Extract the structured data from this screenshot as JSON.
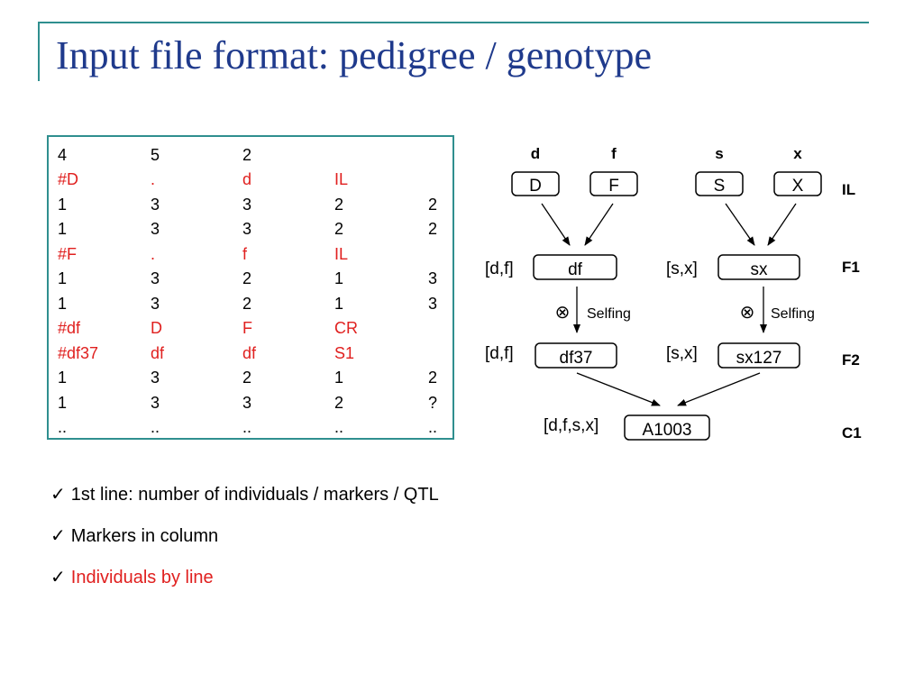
{
  "title": "Input file format: pedigree / genotype",
  "table": {
    "rows": [
      {
        "cells": [
          "4",
          "5",
          "2",
          "",
          ""
        ],
        "highlight": false
      },
      {
        "cells": [
          "#D",
          ".",
          "d",
          "IL",
          ""
        ],
        "highlight": true
      },
      {
        "cells": [
          "1",
          "3",
          "3",
          "2",
          "2"
        ],
        "highlight": false
      },
      {
        "cells": [
          "1",
          "3",
          "3",
          "2",
          "2"
        ],
        "highlight": false
      },
      {
        "cells": [
          "#F",
          ".",
          "f",
          "IL",
          ""
        ],
        "highlight": true
      },
      {
        "cells": [
          "1",
          "3",
          "2",
          "1",
          "3"
        ],
        "highlight": false
      },
      {
        "cells": [
          "1",
          "3",
          "2",
          "1",
          "3"
        ],
        "highlight": false
      },
      {
        "cells": [
          "#df",
          "D",
          "F",
          "CR",
          ""
        ],
        "highlight": true
      },
      {
        "cells": [
          "#df37",
          "df",
          "df",
          "S1",
          ""
        ],
        "highlight": true
      },
      {
        "cells": [
          "1",
          "3",
          "2",
          "1",
          "2"
        ],
        "highlight": false
      },
      {
        "cells": [
          "1",
          "3",
          "3",
          "2",
          "?"
        ],
        "highlight": false
      },
      {
        "cells": [
          "..",
          "..",
          "..",
          "..",
          ".."
        ],
        "highlight": false
      }
    ]
  },
  "diagram": {
    "headers": {
      "d": "d",
      "f": "f",
      "s": "s",
      "x": "x"
    },
    "nodes": {
      "D": "D",
      "F": "F",
      "S": "S",
      "X": "X",
      "df": "df",
      "sx": "sx",
      "df37": "df37",
      "sx127": "sx127",
      "A1003": "A1003"
    },
    "labels": {
      "df_tag": "[d,f]",
      "sx_tag": "[s,x]",
      "df37_tag": "[d,f]",
      "sx127_tag": "[s,x]",
      "a1003_tag": "[d,f,s,x]"
    },
    "selfing": {
      "symbol": "⊗",
      "text": "Selfing"
    },
    "generations": {
      "IL": "IL",
      "F1": "F1",
      "F2": "F2",
      "C1": "C1"
    }
  },
  "bullets": {
    "check": "✓",
    "items": [
      {
        "text": "1st line: number of individuals / markers / QTL",
        "color": "#000000"
      },
      {
        "text": "Markers in column",
        "color": "#000000"
      },
      {
        "text": "Individuals by line",
        "color": "#e0201f"
      }
    ]
  },
  "colors": {
    "accent": "#2f8f8f",
    "title": "#1f3a8c",
    "highlight": "#e0201f"
  }
}
